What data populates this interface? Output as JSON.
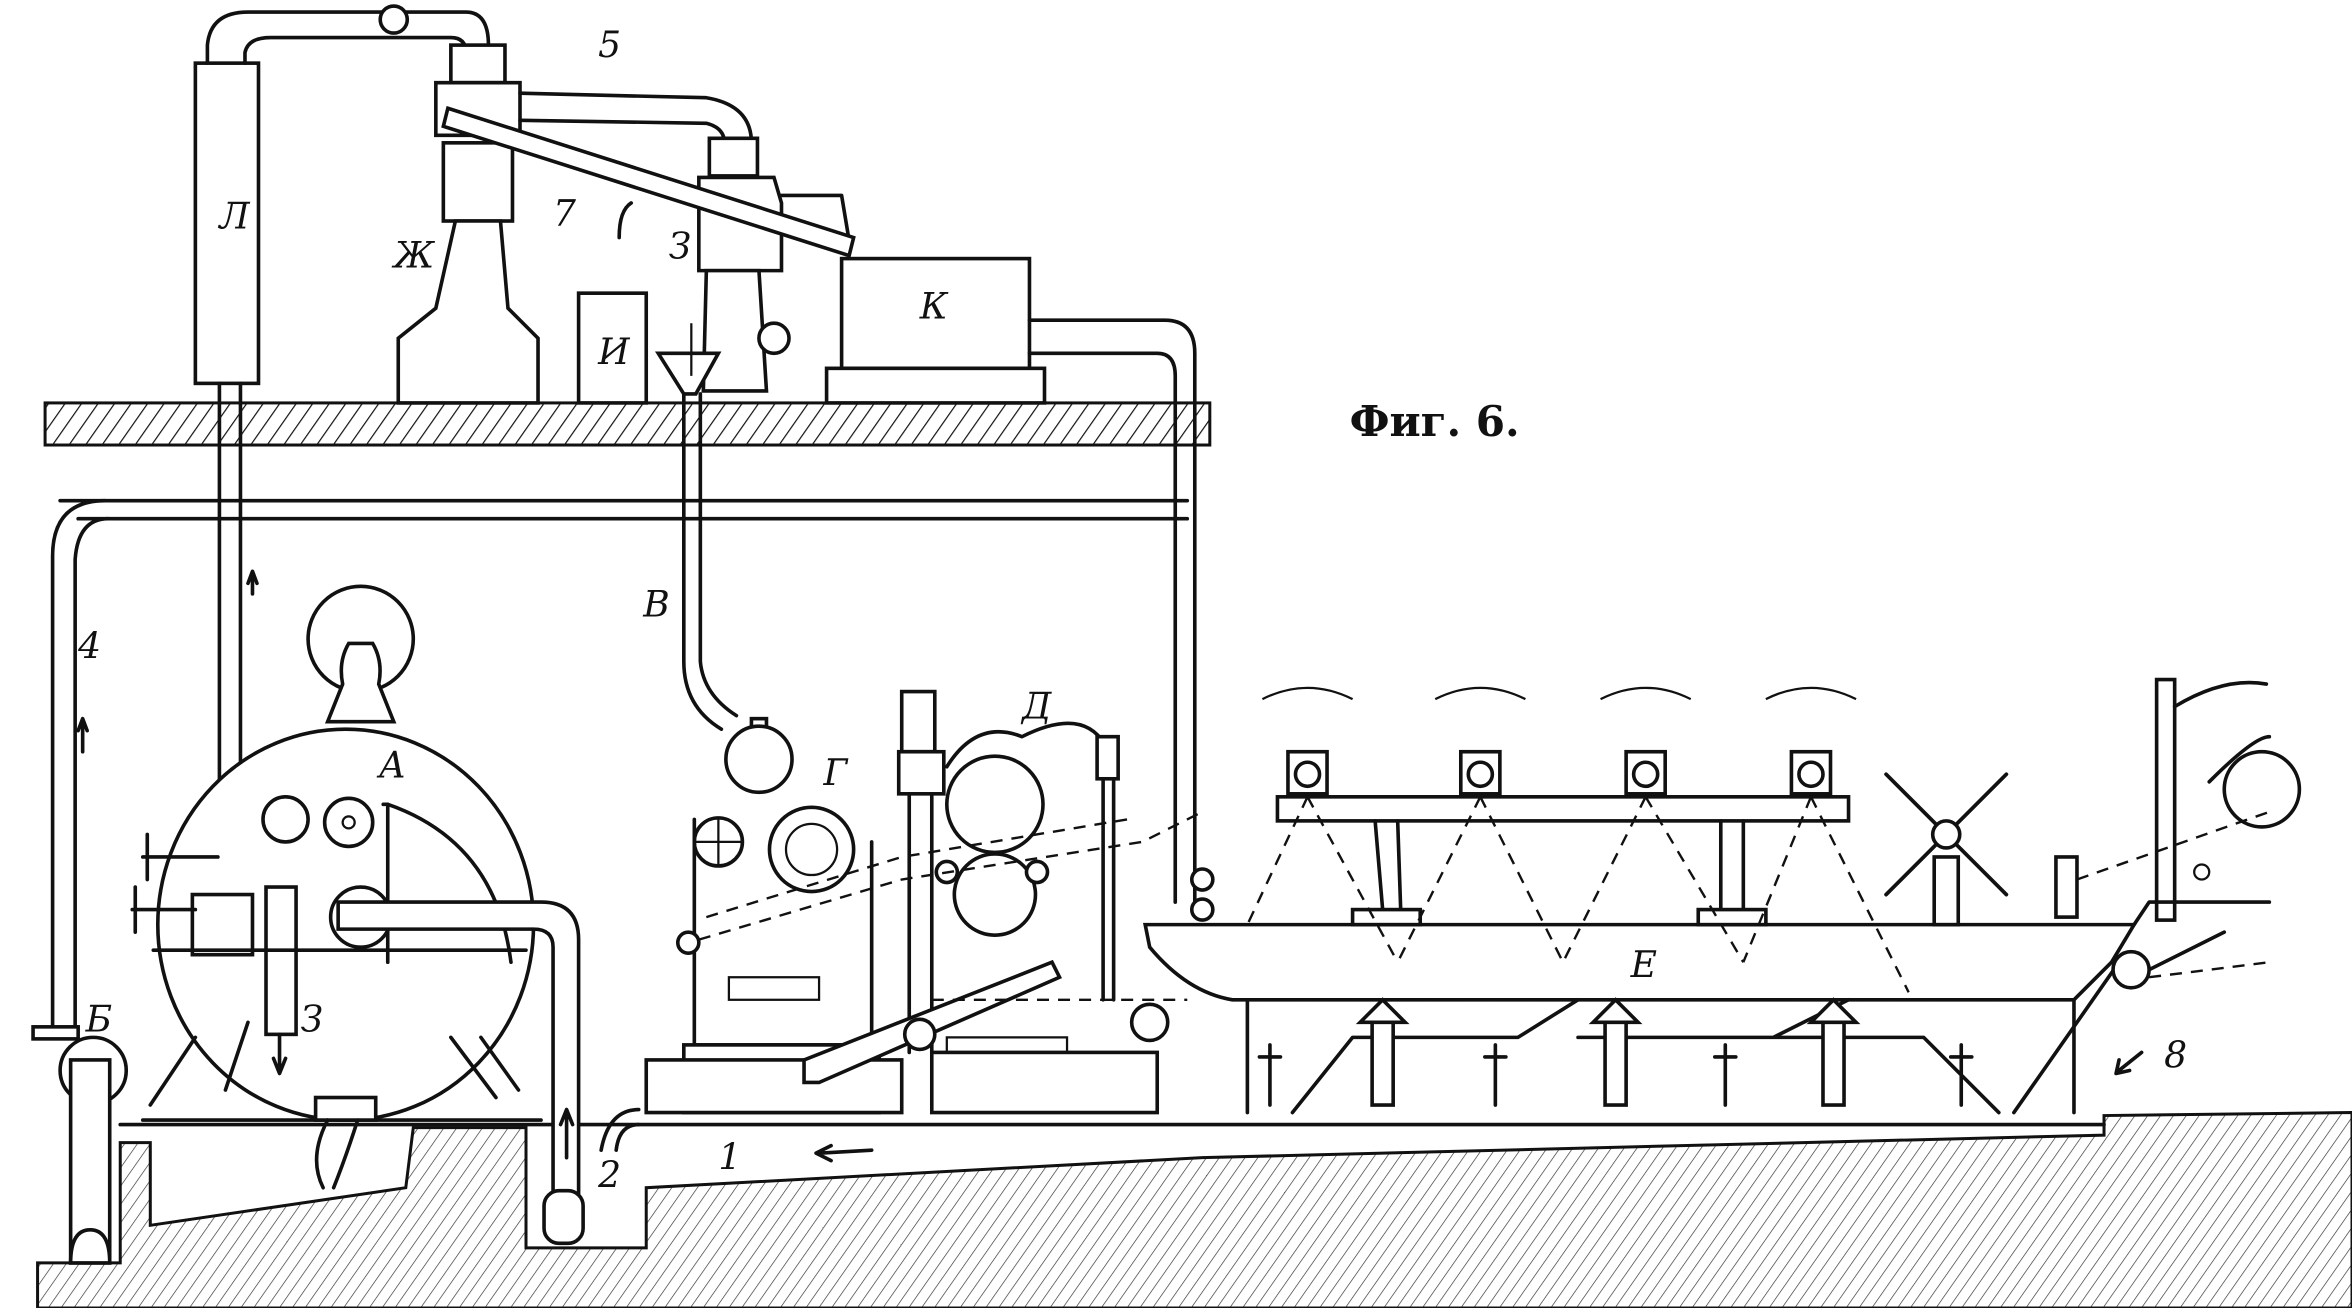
{
  "figure": {
    "title": "Фиг. 6.",
    "labels": {
      "L": "Л",
      "Zh": "Ж",
      "five": "5",
      "seven": "7",
      "Z_top": "З",
      "I": "И",
      "K": "К",
      "V": "В",
      "four": "4",
      "A": "А",
      "G": "Г",
      "D": "Д",
      "B": "Б",
      "Z_low": "З",
      "two": "2",
      "one": "1",
      "E": "Е",
      "eight": "8"
    }
  }
}
